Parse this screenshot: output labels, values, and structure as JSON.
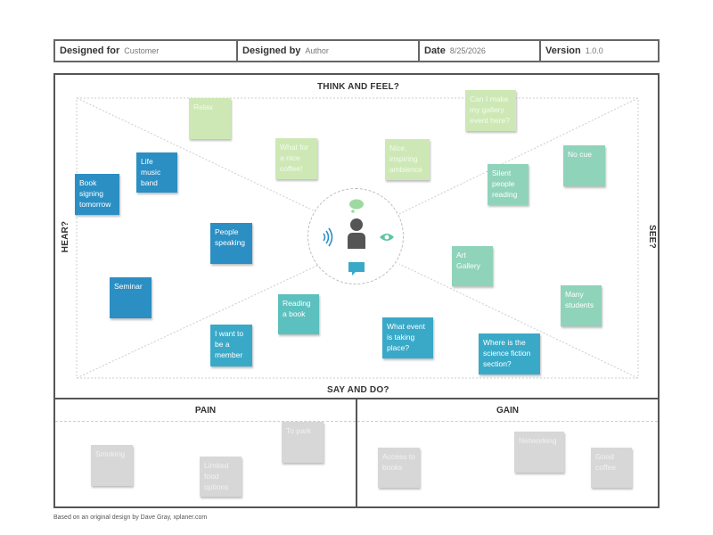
{
  "header": {
    "designed_for_label": "Designed for",
    "designed_for_value": "Customer",
    "designed_by_label": "Designed by",
    "designed_by_value": "Author",
    "date_label": "Date",
    "date_value": "8/25/2026",
    "version_label": "Version",
    "version_value": "1.0.0"
  },
  "map": {
    "think_feel": "THINK AND FEEL?",
    "say_do": "SAY AND DO?",
    "hear": "HEAR?",
    "see": "SEE?"
  },
  "pain": {
    "title": "PAIN"
  },
  "gain": {
    "title": "GAIN"
  },
  "notes": {
    "relax": "Relax",
    "can_i_make": "Can I make my gallery event here?",
    "what_for_coffee": "What for a nice coffee!",
    "nice_ambience": "Nice, inspiring ambience",
    "silent_reading": "Silent people reading",
    "no_cue": "No cue",
    "life_music": "Life music band",
    "book_signing": "Book signing tomorrow",
    "people_speaking": "People speaking",
    "seminar": "Seminar",
    "art_gallery": "Art Gallery",
    "many_students": "Many students",
    "reading_book": "Reading a book",
    "want_member": "I want to be a member",
    "what_event": "What event is taking place?",
    "science_fiction": "Where is the science fiction section?",
    "smoking": "Smoking",
    "limited_food": "Limited food options",
    "to_park": "To park",
    "access_books": "Access to books",
    "networking": "Networking",
    "good_coffee": "Good coffee"
  },
  "icons": {
    "person": "person-icon",
    "hear": "sound-waves-icon",
    "see": "eye-icon",
    "think": "thought-bubble-icon",
    "say": "speech-bubble-icon"
  },
  "colors": {
    "green": "#cde8b5",
    "seafoam": "#8fd3bb",
    "teal": "#5cc0be",
    "cyan": "#3aa9c8",
    "blue": "#2b8fc4",
    "gray": "#d7d7d7"
  },
  "footer": "Based on an original design by Dave Gray, xplaner.com"
}
